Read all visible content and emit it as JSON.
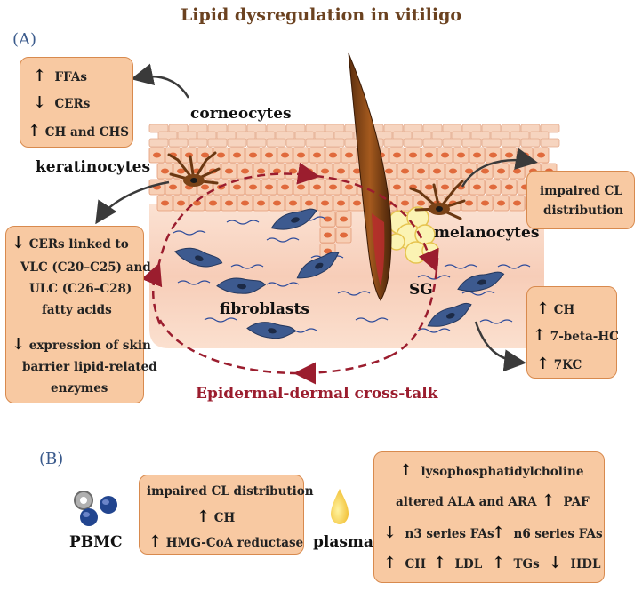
{
  "title": "Lipid dysregulation in vitiligo",
  "panel_a": {
    "label": "(A)",
    "corneocytes": "corneocytes",
    "keratinocytes": "keratinocytes",
    "melanocytes": "melanocytes",
    "fibroblasts": "fibroblasts",
    "sg": "SG",
    "crosstalk": "Epidermal-dermal cross-talk",
    "box_corneocytes": {
      "items": [
        {
          "dir": "up",
          "text": "FFAs"
        },
        {
          "dir": "down",
          "text": "CERs"
        },
        {
          "dir": "up",
          "text": "CH and CHS"
        }
      ]
    },
    "box_keratinocytes": {
      "line1": "CERs linked to",
      "line2": "VLC (C20–C25) and",
      "line3": "ULC (C26–C28)",
      "line4": "fatty acids",
      "line5": "expression of skin",
      "line6": "barrier lipid-related",
      "line7": "enzymes"
    },
    "box_melanocytes": {
      "line1": "impaired CL",
      "line2": "distribution"
    },
    "box_fibroblasts": {
      "items": [
        {
          "dir": "up",
          "text": "CH"
        },
        {
          "dir": "up",
          "text": "7-beta-HC"
        },
        {
          "dir": "up",
          "text": "7KC"
        }
      ]
    }
  },
  "panel_b": {
    "label": "(B)",
    "pbmc": "PBMC",
    "plasma": "plasma",
    "box_pbmc": {
      "line1": "impaired CL distribution",
      "line2": "CH",
      "line3": "HMG-CoA reductase"
    },
    "box_plasma": {
      "lyso": "lysophosphatidylcholine",
      "altered": "altered ALA and ARA",
      "paf": "PAF",
      "n3": "n3 series FAs",
      "n6": "n6 series FAs",
      "ch": "CH",
      "ldl": "LDL",
      "tgs": "TGs",
      "hdl": "HDL"
    }
  },
  "colors": {
    "box_fill": "#f8c9a2",
    "box_border": "#d88a4e",
    "title": "#6b4220",
    "crosstalk": "#9b1d2e",
    "panel_label": "#3a5a8c"
  }
}
